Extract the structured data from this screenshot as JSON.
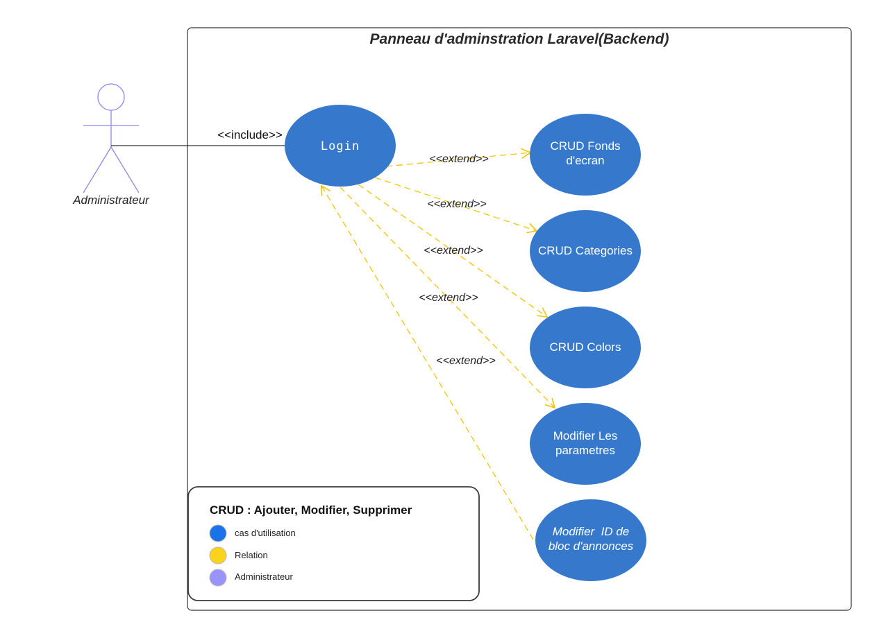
{
  "system": {
    "title": "Panneau d'adminstration Laravel(Backend)"
  },
  "actor": {
    "label": "Administrateur",
    "color": "#8b87f0"
  },
  "relations": {
    "include_label": "<<include>>",
    "extend_label": "<<extend>>",
    "include_color": "#000000",
    "extend_color": "#f5c400"
  },
  "use_cases": {
    "color": "#3578cc",
    "login": {
      "lines": [
        "Login"
      ]
    },
    "fonds": {
      "lines": [
        "CRUD Fonds",
        "d'ecran"
      ]
    },
    "categories": {
      "lines": [
        "CRUD Categories"
      ]
    },
    "colors": {
      "lines": [
        "CRUD Colors"
      ]
    },
    "parametres": {
      "lines": [
        "Modifier Les",
        "parametres"
      ]
    },
    "bloc": {
      "lines": [
        "Modifier  ID de",
        "bloc d'annonces"
      ]
    }
  },
  "legend": {
    "title": "CRUD : Ajouter, Modifier, Supprimer",
    "items": [
      {
        "label": "cas d'utilisation",
        "color": "#1a73e8"
      },
      {
        "label": "Relation",
        "color": "#fbd31a"
      },
      {
        "label": "Administrateur",
        "color": "#9993fd"
      }
    ]
  }
}
